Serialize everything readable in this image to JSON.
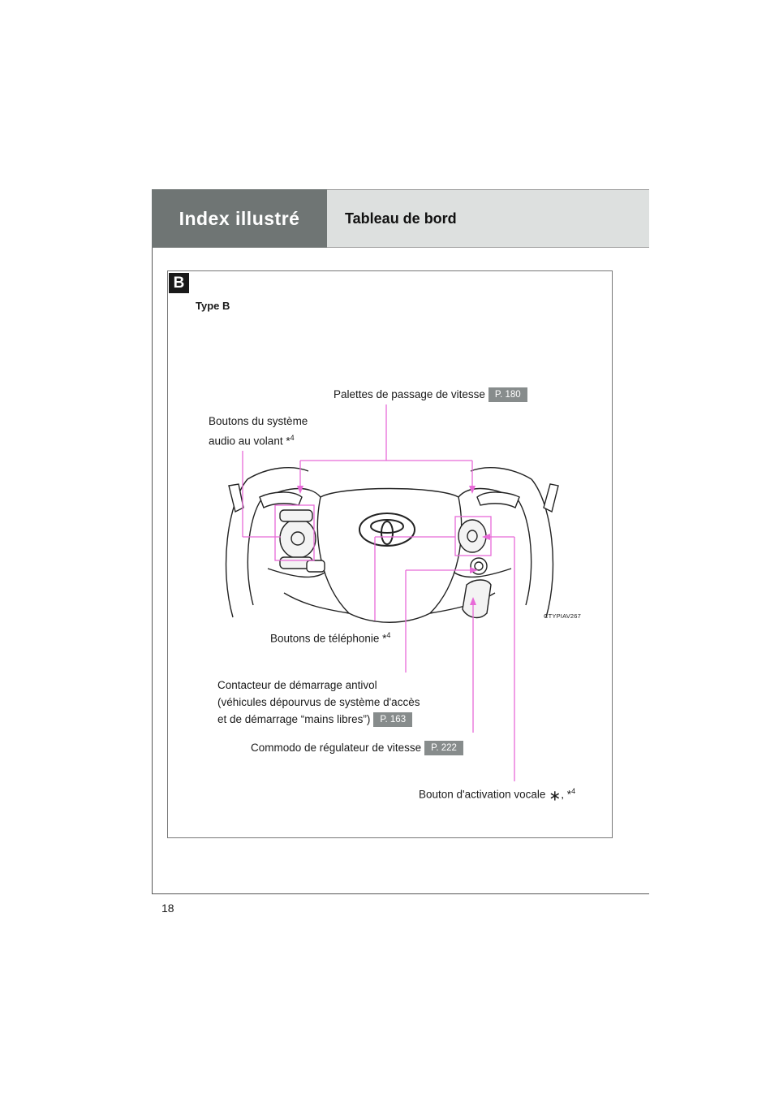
{
  "header": {
    "section_title": "Index illustré",
    "page_title": "Tableau de bord"
  },
  "figure": {
    "badge": "B",
    "type_label": "Type B",
    "image_code": "CTYPIAV267",
    "callouts": {
      "paddles": {
        "text": "Palettes de passage de vitesse",
        "ref": "P. 180"
      },
      "audio_line1": "Boutons du système",
      "audio_line2": "audio au volant *",
      "audio_sup": "4",
      "phone": "Boutons de téléphonie *",
      "phone_sup": "4",
      "ignition_line1": "Contacteur de démarrage antivol",
      "ignition_line2": "(véhicules dépourvus de système d'accès",
      "ignition_line3": "et de démarrage “mains libres”)",
      "ignition_ref": "P. 163",
      "cruise": {
        "text": "Commodo de régulateur de vitesse",
        "ref": "P. 222"
      },
      "voice": "Bouton d'activation vocale",
      "voice_asterisk": "∗",
      "voice_tail": ", *",
      "voice_sup": "4"
    }
  },
  "page_number": "18",
  "colors": {
    "header_dark": "#6f7574",
    "header_light": "#dde0df",
    "reference_badge": "#878c8c",
    "callout_line": "#e86ad8"
  },
  "icons": {
    "wheel": "steering-wheel-illustration",
    "logo": "toyota-logo-icon"
  }
}
